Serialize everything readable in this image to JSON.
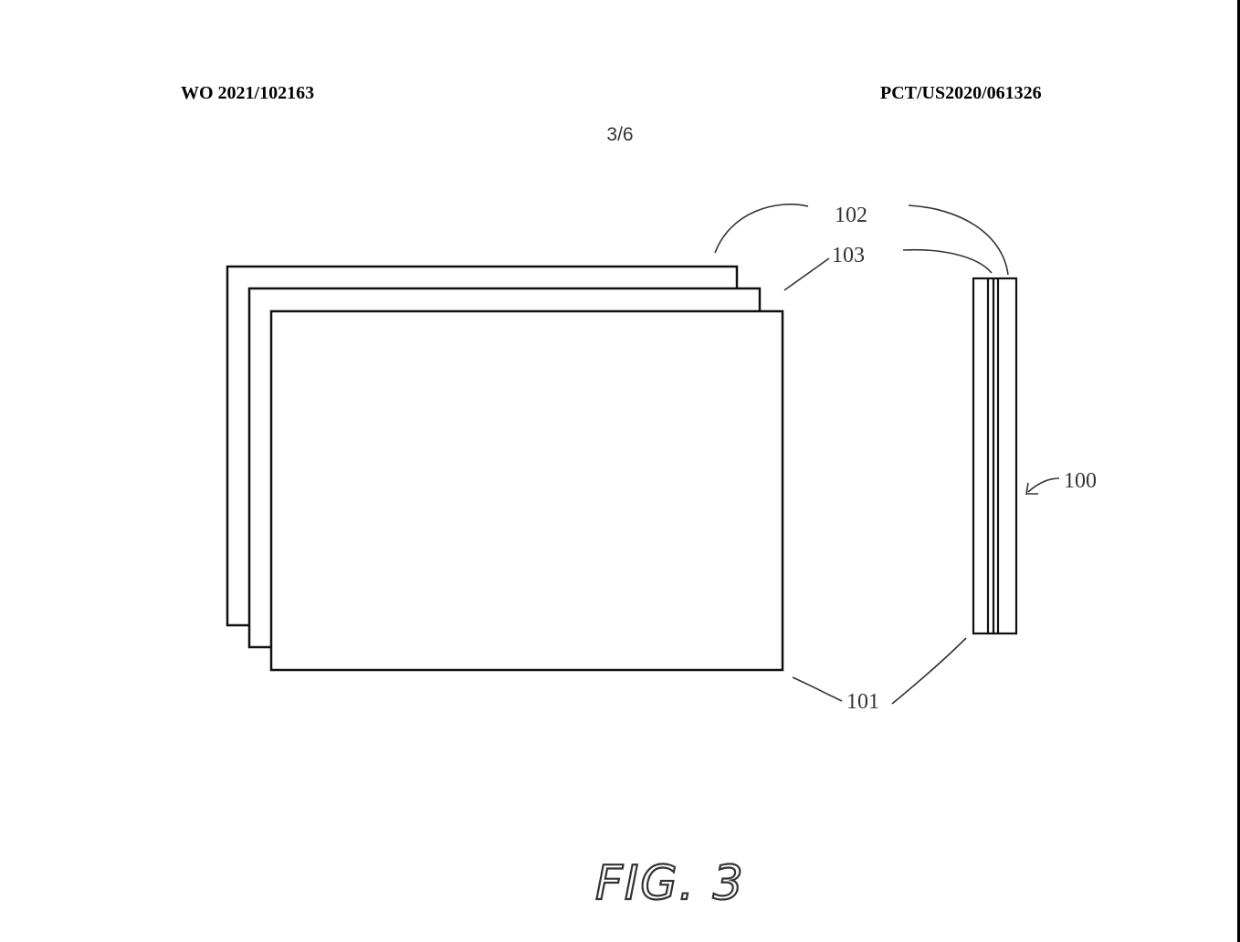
{
  "header": {
    "publication_number": "WO 2021/102163",
    "application_number": "PCT/US2020/061326",
    "sheet": "3/6"
  },
  "figure": {
    "caption": "FIG. 3",
    "labels": {
      "ref_100": "100",
      "ref_101": "101",
      "ref_102": "102",
      "ref_103": "103"
    }
  }
}
